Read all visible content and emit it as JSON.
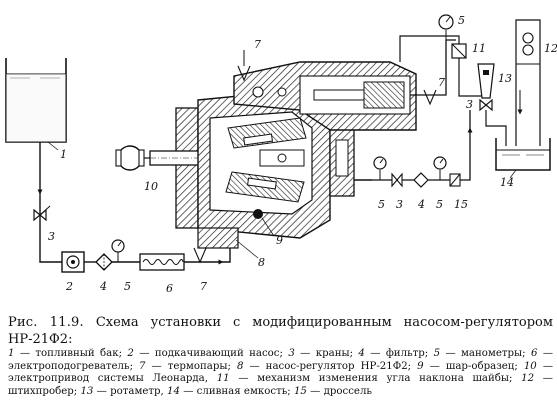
{
  "caption": {
    "label": "Рис. 11.9.",
    "text": "Схема установки с модифицированным насосом-регулятором НР-21Ф2:"
  },
  "legend": [
    {
      "n": "1",
      "t": "— топливный бак;"
    },
    {
      "n": "2",
      "t": "— подкачивающий насос;"
    },
    {
      "n": "3",
      "t": "— краны;"
    },
    {
      "n": "4",
      "t": "— фильтр;"
    },
    {
      "n": "5",
      "t": "— манометры;"
    },
    {
      "n": "6",
      "t": "— электроподогреватель;"
    },
    {
      "n": "7",
      "t": "— термопары;"
    },
    {
      "n": "8",
      "t": "— насос-регулятор НР-21Ф2;"
    },
    {
      "n": "9",
      "t": "— шар-образец;"
    },
    {
      "n": "10",
      "t": "— электропривод системы Леонарда,"
    },
    {
      "n": "11",
      "t": "— механизм изменения угла наклона шайбы;"
    },
    {
      "n": "12",
      "t": "— штихпробер;"
    },
    {
      "n": "13",
      "t": "— ротаметр,"
    },
    {
      "n": "14",
      "t": "— сливная емкость;"
    },
    {
      "n": "15",
      "t": "— дроссель"
    }
  ],
  "diagram": {
    "callouts": [
      "1",
      "2",
      "3",
      "4",
      "5",
      "6",
      "7",
      "8",
      "9",
      "10",
      "11",
      "12",
      "13",
      "14",
      "15"
    ]
  },
  "icons": {
    "tank": "fuel-tank-icon",
    "pump": "boost-pump-icon",
    "valve": "valve-icon",
    "filter": "filter-icon",
    "gauge": "pressure-gauge-icon",
    "heater": "heater-icon",
    "motor": "electric-drive-icon",
    "drain": "drain-tank-icon",
    "rotameter": "rotameter-icon",
    "sampler": "sampler-icon",
    "throttle": "throttle-icon"
  }
}
